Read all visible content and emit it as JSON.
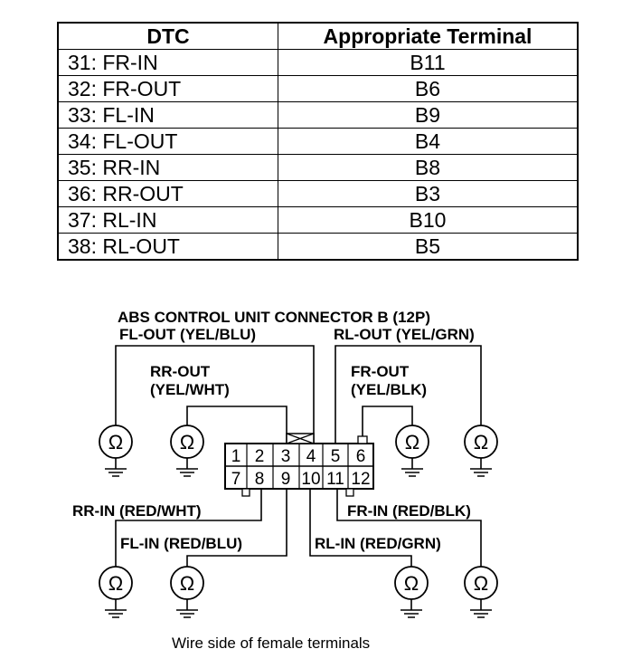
{
  "table": {
    "headers": [
      "DTC",
      "Appropriate Terminal"
    ],
    "rows": [
      {
        "dtc": "31: FR-IN",
        "terminal": "B11"
      },
      {
        "dtc": "32: FR-OUT",
        "terminal": "B6"
      },
      {
        "dtc": "33: FL-IN",
        "terminal": "B9"
      },
      {
        "dtc": "34: FL-OUT",
        "terminal": "B4"
      },
      {
        "dtc": "35: RR-IN",
        "terminal": "B8"
      },
      {
        "dtc": "36: RR-OUT",
        "terminal": "B3"
      },
      {
        "dtc": "37: RL-IN",
        "terminal": "B10"
      },
      {
        "dtc": "38: RL-OUT",
        "terminal": "B5"
      }
    ]
  },
  "diagram": {
    "title": "ABS CONTROL UNIT CONNECTOR B (12P)",
    "labels": {
      "fl_out": "FL-OUT (YEL/BLU)",
      "rl_out": "RL-OUT (YEL/GRN)",
      "rr_out_1": "RR-OUT",
      "rr_out_2": "(YEL/WHT)",
      "fr_out_1": "FR-OUT",
      "fr_out_2": "(YEL/BLK)",
      "rr_in": "RR-IN (RED/WHT)",
      "fr_in": "FR-IN (RED/BLK)",
      "fl_in": "FL-IN (RED/BLU)",
      "rl_in": "RL-IN (RED/GRN)"
    },
    "pins_top": [
      "1",
      "2",
      "3",
      "4",
      "5",
      "6"
    ],
    "pins_bottom": [
      "7",
      "8",
      "9",
      "10",
      "11",
      "12"
    ],
    "meter_symbol": "Ω",
    "caption": "Wire side of female terminals"
  }
}
